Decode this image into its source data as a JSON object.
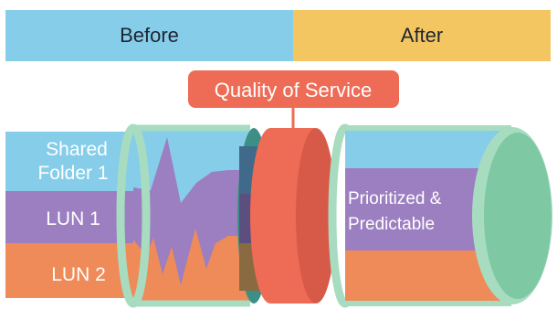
{
  "header": {
    "before_label": "Before",
    "after_label": "After"
  },
  "qos": {
    "label": "Quality of Service"
  },
  "layers": {
    "shared_folder_line1": "Shared",
    "shared_folder_line2": "Folder 1",
    "lun1": "LUN 1",
    "lun2": "LUN 2"
  },
  "after": {
    "line1": "Prioritized &",
    "line2": "Predictable"
  },
  "colors": {
    "blue": "#86cdea",
    "purple": "#9c7fc0",
    "orange": "#ef8b58",
    "yellow": "#f3c661",
    "red": "#ee6b55",
    "mint": "#7ec9a3"
  }
}
